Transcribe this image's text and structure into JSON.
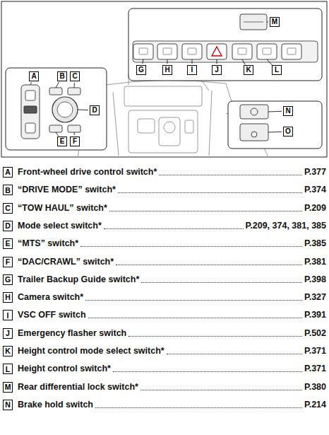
{
  "diagram": {
    "nodes": [
      {
        "text": [
          "M"
        ]
      },
      {
        "text": [
          "G"
        ]
      },
      {
        "text": [
          "H"
        ]
      },
      {
        "text": [
          "I"
        ]
      },
      {
        "text": [
          "J"
        ]
      },
      {
        "text": [
          "K"
        ]
      },
      {
        "text": [
          "L"
        ]
      },
      {
        "text": [
          "A"
        ]
      },
      {
        "text": [
          "B"
        ]
      },
      {
        "text": [
          "C"
        ]
      },
      {
        "text": [
          "D"
        ]
      },
      {
        "text": [
          "E"
        ]
      },
      {
        "text": [
          "F"
        ]
      },
      {
        "text": [
          "N"
        ]
      },
      {
        "text": [
          "O"
        ]
      },
      {
        "text": [
          "A"
        ]
      },
      {
        "text": [
          "B"
        ]
      },
      {
        "text": [
          "C"
        ]
      },
      {
        "text": [
          "D"
        ]
      },
      {
        "text": [
          "E"
        ]
      },
      {
        "text": [
          "F"
        ]
      },
      {
        "text": [
          "G"
        ]
      },
      {
        "text": [
          "H"
        ]
      },
      {
        "text": [
          "I"
        ]
      },
      {
        "text": [
          "J"
        ]
      },
      {
        "text": [
          "K"
        ]
      },
      {
        "text": [
          "L"
        ]
      },
      {
        "text": [
          "M"
        ]
      },
      {
        "text": [
          "N"
        ]
      }
    ],
    "labels": [
      "Front-wheel drive control switch*",
      "P.377",
      "“DRIVE MODE” switch*",
      "P.374",
      "“TOW HAUL” switch*",
      "P.209",
      "Mode select switch*",
      "P.209, 374, 381, 385",
      "“MTS” switch*",
      "P.385",
      "“DAC/CRAWL” switch*",
      "P.381",
      "Trailer Backup Guide switch*",
      "P.398",
      "Camera switch*",
      "P.327",
      "VSC OFF switch",
      "P.391",
      "Emergency flasher switch",
      "P.502",
      "Height control mode select switch*",
      "P.371",
      "Height control switch*",
      "P.371",
      "Rear differential lock switch*",
      "P.380",
      "Brake hold switch",
      "P.214"
    ]
  }
}
